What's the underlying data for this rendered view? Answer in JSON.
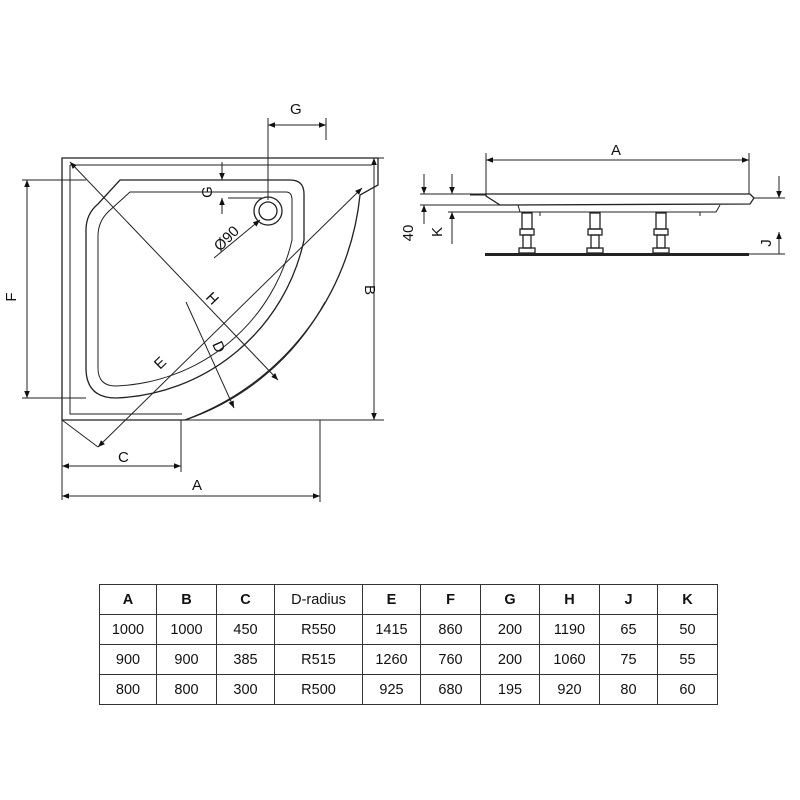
{
  "plan_view": {
    "labels": {
      "a": "A",
      "b": "B",
      "c": "C",
      "d": "D",
      "e": "E",
      "f": "F",
      "g_top": "G",
      "g_side": "G",
      "h": "H",
      "drain": "Ø90"
    }
  },
  "side_view": {
    "labels": {
      "a": "A",
      "height": "40",
      "k": "K",
      "j": "J"
    }
  },
  "table": {
    "headers": [
      "A",
      "B",
      "C",
      "D-radius",
      "E",
      "F",
      "G",
      "H",
      "J",
      "K"
    ],
    "rows": [
      [
        "1000",
        "1000",
        "450",
        "R550",
        "1415",
        "860",
        "200",
        "1190",
        "65",
        "50"
      ],
      [
        "900",
        "900",
        "385",
        "R515",
        "1260",
        "760",
        "200",
        "1060",
        "75",
        "55"
      ],
      [
        "800",
        "800",
        "300",
        "R500",
        "925",
        "680",
        "195",
        "920",
        "80",
        "60"
      ]
    ]
  }
}
